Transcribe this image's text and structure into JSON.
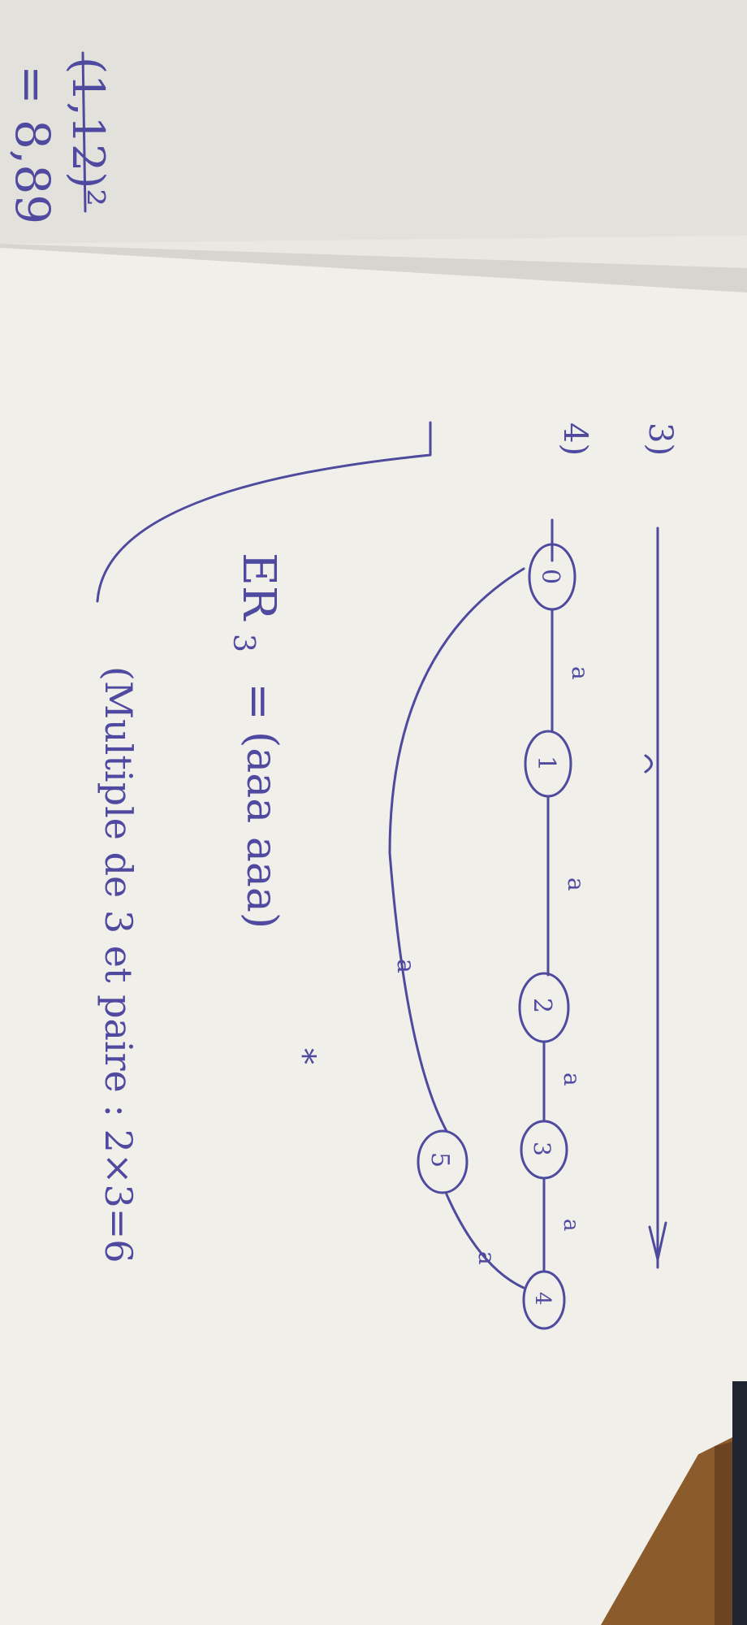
{
  "photo": {
    "description_colors": {
      "paper": "#f1f0ec",
      "paper_shadow": "#d9d8d4",
      "ink": "#4e4a9e",
      "wood": "#8a5a2e"
    }
  },
  "top_sheet": {
    "line1": "(1,12)²",
    "line2": "= 8,89",
    "eq_sign": "="
  },
  "notes": {
    "q3_label": "3)",
    "q4_label": "4)",
    "automaton": {
      "states": [
        "0",
        "1",
        "2",
        "3",
        "4",
        "5"
      ],
      "edge_label": "a",
      "return_label": "a"
    },
    "er_label": "ER",
    "er_sub": "3",
    "er_eq": "=",
    "er_expr": "(aaa aaa)",
    "er_star": "*",
    "comment": "(Multiple de 3 et paire : 2×3=6"
  }
}
